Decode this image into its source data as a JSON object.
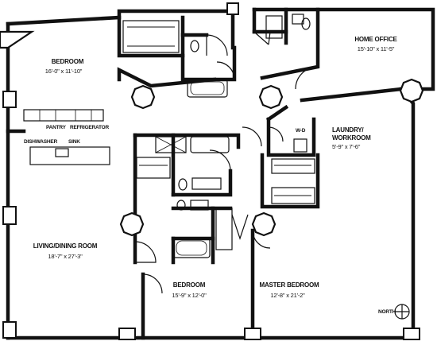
{
  "rooms": {
    "bedroom_nw": {
      "name": "BEDROOM",
      "dims": "16'-0\" x 11'-10\""
    },
    "home_office": {
      "name": "HOME OFFICE",
      "dims": "15'-10\" x 11'-5\""
    },
    "laundry": {
      "name_line1": "LAUNDRY/",
      "name_line2": "WORKROOM",
      "dims": "5'-9\" x 7'-6\""
    },
    "living_dining": {
      "name": "LIVING/DINING ROOM",
      "dims": "18'-7\" x 27'-3\""
    },
    "bedroom_s": {
      "name": "BEDROOM",
      "dims": "15'-9\" x 12'-0\""
    },
    "master_bedroom": {
      "name": "MASTER BEDROOM",
      "dims": "12'-8\" x 21'-2\""
    }
  },
  "labels": {
    "pantry": "PANTRY",
    "refrigerator": "REFRIGERATOR",
    "dishwasher": "DISHWASHER",
    "sink": "SINK",
    "wd": "W-D",
    "north": "NORTH"
  }
}
